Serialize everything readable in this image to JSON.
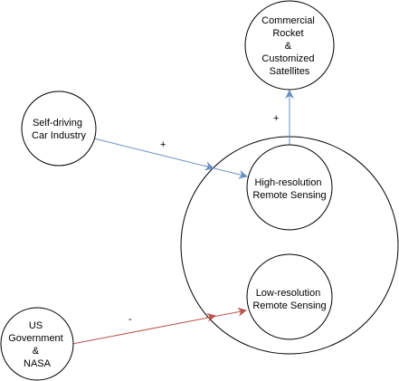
{
  "diagram": {
    "nodes": {
      "commercial": {
        "lines": [
          "Commercial",
          "Rocket",
          "&",
          "Customized",
          "Satellites"
        ]
      },
      "selfdriving": {
        "lines": [
          "Self-driving",
          "Car Industry"
        ]
      },
      "high": {
        "lines": [
          "High-resolution",
          "Remote Sensing"
        ]
      },
      "low": {
        "lines": [
          "Low-resolution",
          "Remote Sensing"
        ]
      },
      "gov": {
        "lines": [
          "US",
          "Government",
          "&",
          "NASA"
        ]
      }
    },
    "edges": {
      "high_to_commercial": {
        "sign": "+",
        "color": "#6c8ebf"
      },
      "selfdriving_to_high": {
        "sign": "+",
        "color": "#6c8ebf"
      },
      "gov_to_low": {
        "sign": "-",
        "color": "#b85450"
      }
    }
  }
}
